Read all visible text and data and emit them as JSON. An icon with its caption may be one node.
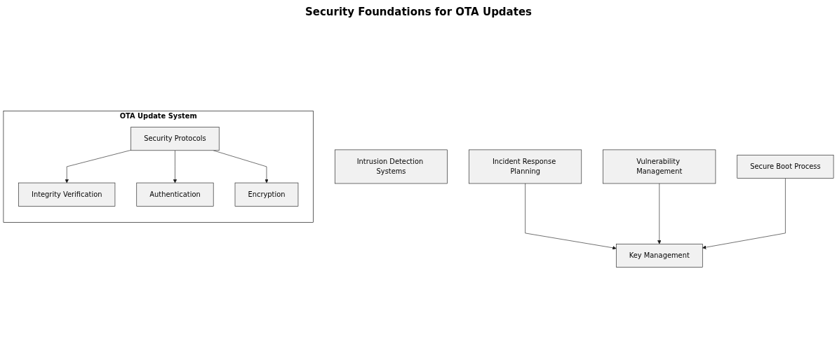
{
  "diagram": {
    "title": "Security Foundations for OTA Updates",
    "nodes": [
      {
        "text": [
          "Intrusion Detection Systems"
        ]
      },
      {
        "text": [
          "Incident Response Planning"
        ]
      },
      {
        "text": [
          "Vulnerability Management"
        ]
      },
      {
        "text": [
          "OTA Update System"
        ]
      },
      {
        "text": [
          "Security Protocols"
        ],
        "in": 3
      },
      {
        "text": [
          "Integrity Verification"
        ],
        "in": 3
      },
      {
        "text": [
          "Authentication"
        ],
        "in": 3
      },
      {
        "text": [
          "Encryption"
        ],
        "in": 3
      },
      {
        "text": [
          "Key Management"
        ]
      },
      {
        "text": [
          "Secure Boot Process"
        ]
      }
    ],
    "edges": [
      {
        "from": 4,
        "to": 5,
        "arrow": "to"
      },
      {
        "from": 4,
        "to": 6,
        "arrow": "to"
      },
      {
        "from": 4,
        "to": 7,
        "arrow": "to"
      },
      {
        "from": 1,
        "to": 8,
        "arrow": "to"
      },
      {
        "from": 2,
        "to": 8,
        "arrow": "to"
      },
      {
        "from": 9,
        "to": 8,
        "arrow": "to"
      }
    ]
  }
}
